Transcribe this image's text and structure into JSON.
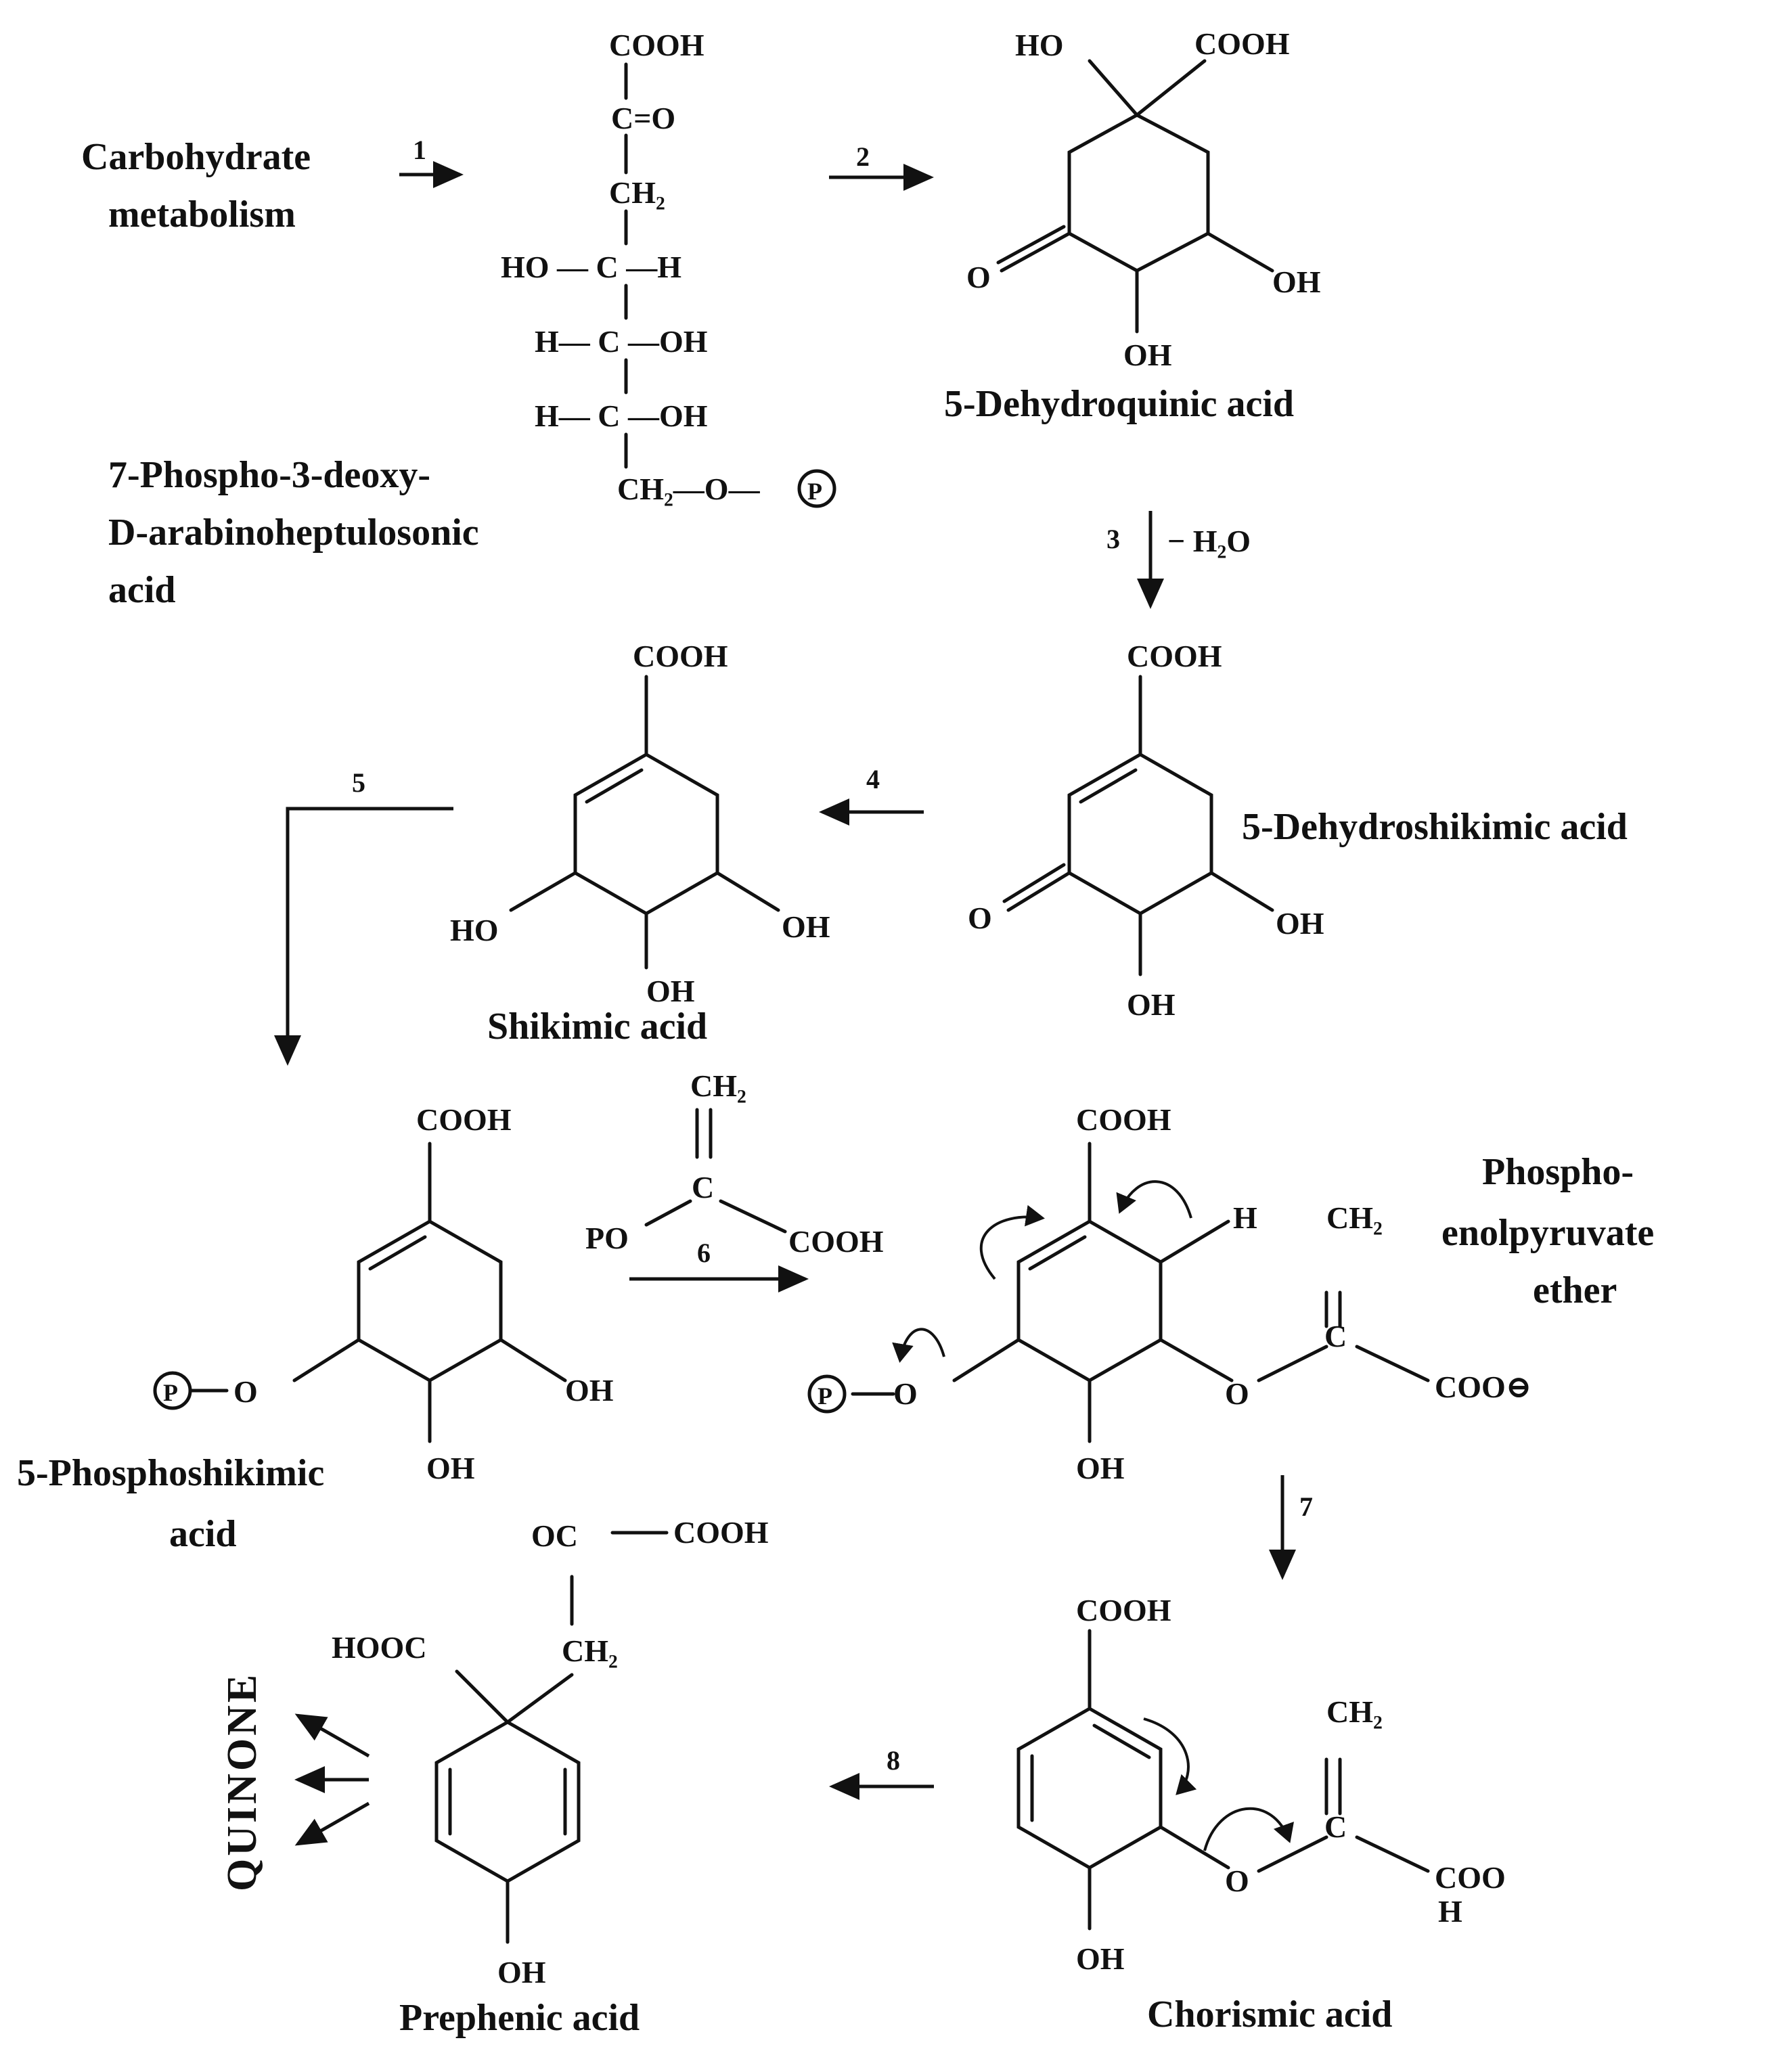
{
  "compounds": {
    "carbohydrate_line1": "Carbohydrate",
    "carbohydrate_line2": "metabolism",
    "dahp_line1": "7-Phospho-3-deoxy-",
    "dahp_line2": "D-arabinoheptulosonic",
    "dahp_line3": "acid",
    "dehydroquinic": "5-Dehydroquinic acid",
    "dehydroshikimic": "5-Dehydroshikimic acid",
    "shikimic": "Shikimic acid",
    "phosphoshikimic_line1": "5-Phosphoshikimic",
    "phosphoshikimic_line2": "acid",
    "pep_ether_line1": "Phospho-",
    "pep_ether_line2": "enolpyruvate",
    "pep_ether_line3": "ether",
    "chorismic": "Chorismic acid",
    "prephenic": "Prephenic acid",
    "quinone": "QUINONE"
  },
  "steps": {
    "s1": "1",
    "s2": "2",
    "s3": "3",
    "s3_note": "− H₂O",
    "s4": "4",
    "s5": "5",
    "s6": "6",
    "s7": "7",
    "s8": "8"
  },
  "atoms": {
    "cooh": "COOH",
    "cooh_short": "COO",
    "hooc": "HOOC",
    "oh": "OH",
    "ho": "HO",
    "o": "O",
    "h": "H",
    "c": "C",
    "p": "P",
    "po": "PO",
    "oc": "OC",
    "c_eq_o": "C=O",
    "ch2": "CH₂",
    "ho_c_h": "HO — C —H",
    "h_c_oh": "H— C —OH",
    "ch2_o": "CH₂—O—",
    "coo_minus": "COO⊖"
  }
}
